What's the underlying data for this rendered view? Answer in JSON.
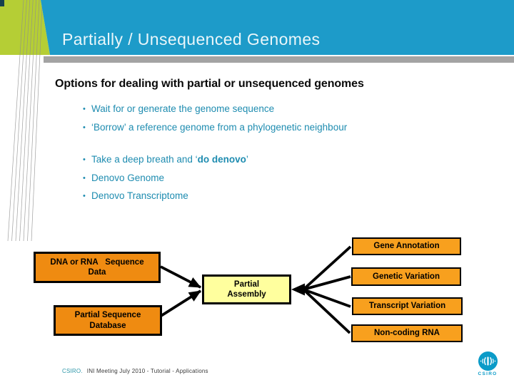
{
  "slide": {
    "title": "Partially / Unsequenced Genomes",
    "heading": "Options for dealing with partial or unsequenced genomes"
  },
  "bullets": {
    "group1": [
      {
        "text": "Wait for or generate the genome sequence"
      },
      {
        "text": "‘Borrow’ a reference genome from a phylogenetic neighbour"
      }
    ],
    "group2": [
      {
        "prefix": "Take a deep breath and ‘",
        "bold": "do denovo",
        "suffix": "’"
      },
      {
        "text": "Denovo Genome"
      },
      {
        "text": "Denovo Transcriptome"
      }
    ]
  },
  "diagram": {
    "inputs": [
      {
        "label": "DNA or RNA   Sequence\nData"
      },
      {
        "label": "Partial Sequence\nDatabase"
      }
    ],
    "center": {
      "label": "Partial\nAssembly"
    },
    "outputs": [
      {
        "label": "Gene Annotation"
      },
      {
        "label": "Genetic Variation"
      },
      {
        "label": "Transcript Variation"
      },
      {
        "label": "Non-coding RNA"
      }
    ]
  },
  "footer": {
    "org": "CSIRO.",
    "note": "INI Meeting July 2010 - Tutorial - Applications"
  },
  "logo": {
    "label": "CSIRO"
  },
  "colors": {
    "header_blue": "#1D9BC9",
    "lime_green": "#B5CE35",
    "corner_dark": "#16414E",
    "gray_strip": "#A3A3A3",
    "title_text": "#EAF6FA",
    "bullet_teal": "#1E8CB0",
    "box_orange_input": "#EF8B11",
    "box_orange_output": "#F8A01E",
    "box_yellow": "#FFFF9E",
    "logo_blue": "#0B9BC8"
  }
}
